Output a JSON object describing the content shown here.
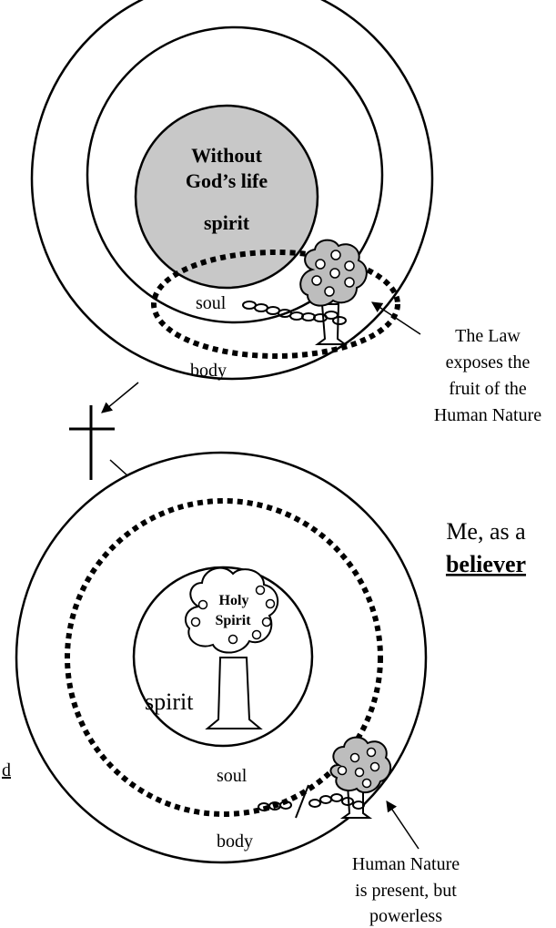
{
  "top_diagram": {
    "core_line1": "Without",
    "core_line2": "God’s life",
    "core_label": "spirit",
    "soul_label": "soul",
    "body_label": "body",
    "note_line1": "The Law",
    "note_line2": "exposes the",
    "note_line3": "fruit of the",
    "note_line4": "Human Nature"
  },
  "bottom_diagram": {
    "title_line1": "Me, as a",
    "title_line2": "believer",
    "tree_line1": "Holy",
    "tree_line2": "Spirit",
    "spirit_label": "spirit",
    "soul_label": "soul",
    "body_label": "body",
    "note_line1": "Human Nature",
    "note_line2": "is present, but",
    "note_line3": "powerless"
  },
  "edge_fragment": "d",
  "colors": {
    "core_fill": "#c8c8c8",
    "tree_fill": "#bdbdbd",
    "line": "#000000",
    "background": "#ffffff"
  },
  "icons": [
    "cross-icon",
    "tree-icon",
    "chain-icon",
    "arrow-icon"
  ]
}
